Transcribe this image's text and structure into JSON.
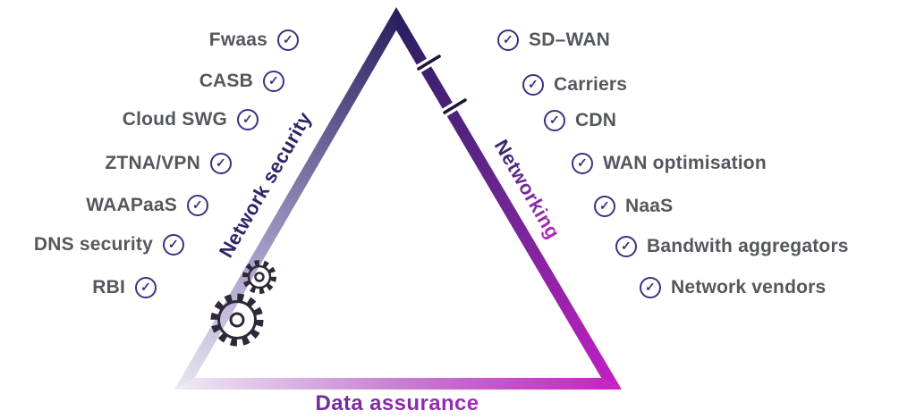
{
  "triangle": {
    "left_edge_label": "Network security",
    "right_edge_label": "Networking",
    "bottom_edge_label": "Data assurance"
  },
  "left_column": {
    "items": [
      {
        "label": "Fwaas"
      },
      {
        "label": "CASB"
      },
      {
        "label": "Cloud SWG"
      },
      {
        "label": "ZTNA/VPN"
      },
      {
        "label": "WAAPaaS"
      },
      {
        "label": "DNS security"
      },
      {
        "label": "RBI"
      }
    ]
  },
  "right_column": {
    "items": [
      {
        "label": "SD–WAN"
      },
      {
        "label": "Carriers"
      },
      {
        "label": "CDN"
      },
      {
        "label": "WAN optimisation"
      },
      {
        "label": "NaaS"
      },
      {
        "label": "Bandwith aggregators"
      },
      {
        "label": "Network vendors"
      }
    ]
  },
  "icons": {
    "check": "✓",
    "gears": "gears-icon"
  },
  "colors": {
    "check_circle": "#3c3181",
    "item_text": "#54575e",
    "navy": "#271d5e",
    "magenta": "#c51fc4",
    "light_lavender": "#e8e5f0",
    "left_label": "#2d2367",
    "gear": "#2e2838",
    "notch": "#1c1630"
  }
}
